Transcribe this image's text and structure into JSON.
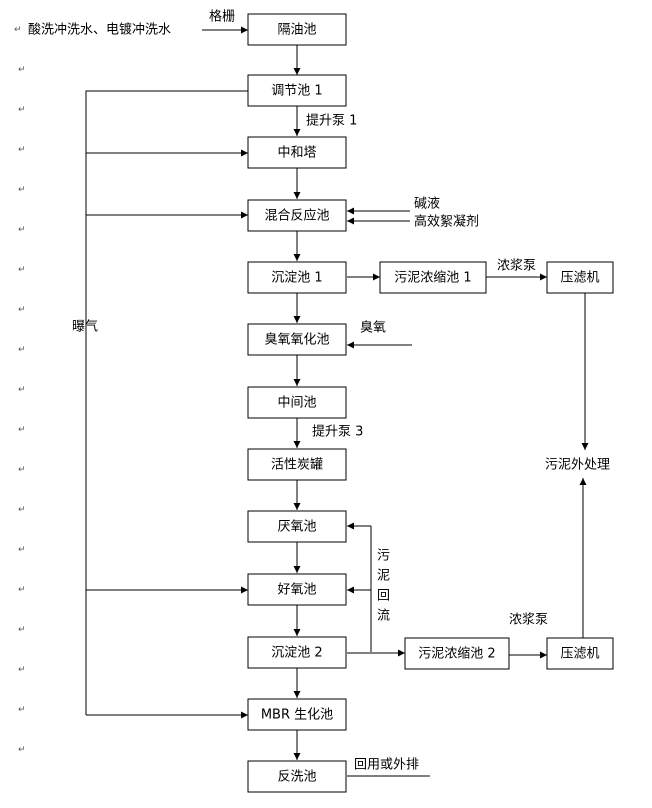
{
  "input_label": "酸洗冲洗水、电镀冲洗水",
  "screen_label": "格栅",
  "nodes": {
    "oil_separator": "隔油池",
    "equalization": "调节池 1",
    "neutralization": "中和塔",
    "mixing_reaction": "混合反应池",
    "sedimentation_1": "沉淀池 1",
    "sludge_thickener_1": "污泥浓缩池 1",
    "filter_press_1": "压滤机",
    "ozone_oxidation": "臭氧氧化池",
    "intermediate": "中间池",
    "activated_carbon": "活性炭罐",
    "anoxic": "厌氧池",
    "aerobic": "好氧池",
    "sedimentation_2": "沉淀池 2",
    "sludge_thickener_2": "污泥浓缩池 2",
    "filter_press_2": "压滤机",
    "mbr": "MBR 生化池",
    "backwash": "反洗池"
  },
  "labels": {
    "lift_pump_1": "提升泵 1",
    "lift_pump_3": "提升泵 3",
    "alkali": "碱液",
    "flocculant": "高效絮凝剂",
    "slurry_pump_1": "浓浆泵",
    "slurry_pump_2": "浓浆泵",
    "ozone": "臭氧",
    "sludge_disposal": "污泥外处理",
    "aeration": "曝气",
    "sludge_return": [
      "污",
      "泥",
      "回",
      "流"
    ],
    "reuse": "回用或外排"
  },
  "paragraph_mark": "↵"
}
